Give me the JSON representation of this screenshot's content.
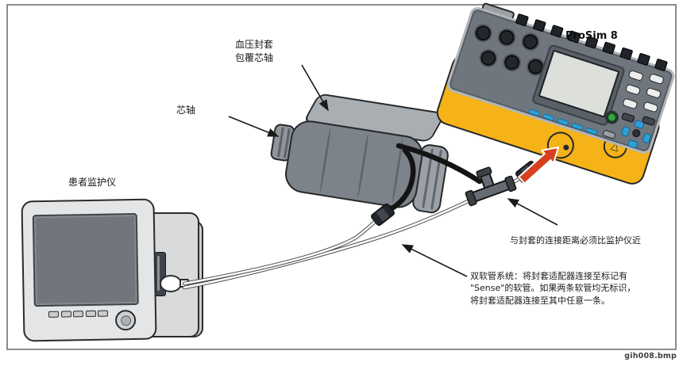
{
  "figure": {
    "caption": "gih008.bmp",
    "background_color": "#ffffff",
    "frame_border_color": "#8c8c8c"
  },
  "labels": {
    "cuff_label": {
      "line1": "血压封套",
      "line2": "包覆芯轴"
    },
    "mandrel_label": "芯轴",
    "monitor_label": "患者监护仪",
    "device_label": "ProSim 8",
    "tee_note": "与封套的连接距离必须比监护仪近",
    "dual_tube_note": {
      "line1": "双软管系统：将封套适配器连接至标记有",
      "line2": "\"Sense\"的软管。如果两条软管均无标识，",
      "line3": "将封套适配器连接至其中任意一条。"
    },
    "port2_symbol": "△"
  },
  "colors": {
    "device_yellow": "#f5b318",
    "panel_gray": "#70767e",
    "softkey_blue": "#2ea0d8",
    "power_green": "#33a344",
    "red_arrow": "#d6401f",
    "tube_black": "#141414",
    "cuff_gray": "#7d838a"
  }
}
